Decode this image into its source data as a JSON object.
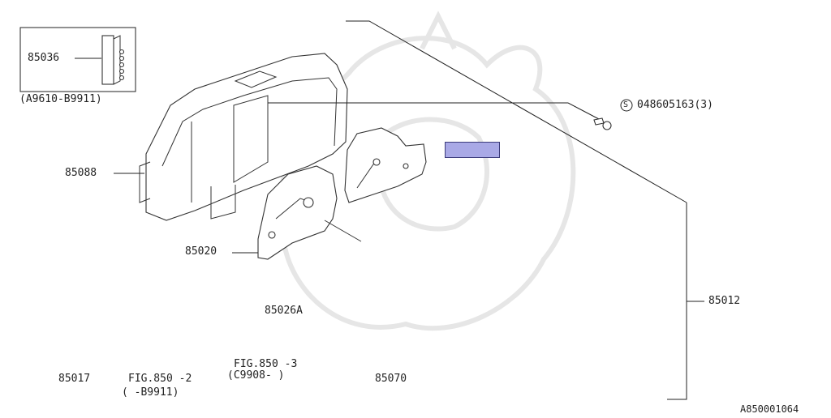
{
  "diagram_id": "A850001064",
  "parts": {
    "p85036": "85036",
    "p85036_range": "(A9610-B9911)",
    "p85088": "85088",
    "p85020": "85020",
    "p85017": "85017",
    "fig850_2": "FIG.850 -2",
    "fig850_2_range": "(  -B9911)",
    "fig850_3": "FIG.850 -3",
    "fig850_3_range": "(C9908-  )",
    "p85026a": "85026A",
    "p85070": "85070",
    "p85012": "85012",
    "screw_symbol": "S",
    "screw_part": "048605163(3)"
  },
  "colors": {
    "highlight": "#a9a9e6",
    "line": "#222222",
    "watermark": "#e6e6e6"
  }
}
